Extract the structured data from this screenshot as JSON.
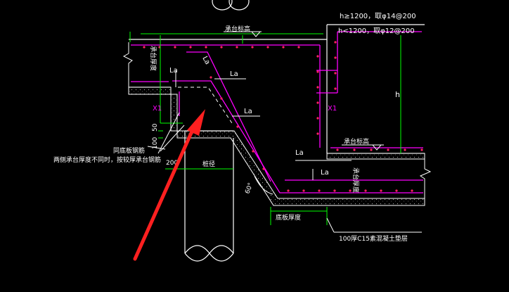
{
  "labels": {
    "h_ge": "h≥1200，取φ14@200",
    "h_lt": "h<1200，取φ12@200",
    "cap_elev_top": "承台标高",
    "cap_elev_right": "承台标高",
    "cap_thickness": "承台厚度",
    "cap_thickness_right": "承台厚度",
    "la": "La",
    "x1": "X1",
    "h": "h",
    "dim_50": "50",
    "dim_100": "100",
    "dim_200": "200",
    "pile": "桩径",
    "note1": "同底板钢筋",
    "note2": "两侧承台厚度不同时，按较厚承台钢筋",
    "angle": "60°",
    "pit_thickness": "底板厚度",
    "cushion": "100厚C15素混凝土垫层"
  },
  "colors": {
    "rebar": "#ff00ff",
    "dim": "#00ff00",
    "line": "#ffffff",
    "arrow": "#ff2020",
    "dot": "#ff2060"
  }
}
